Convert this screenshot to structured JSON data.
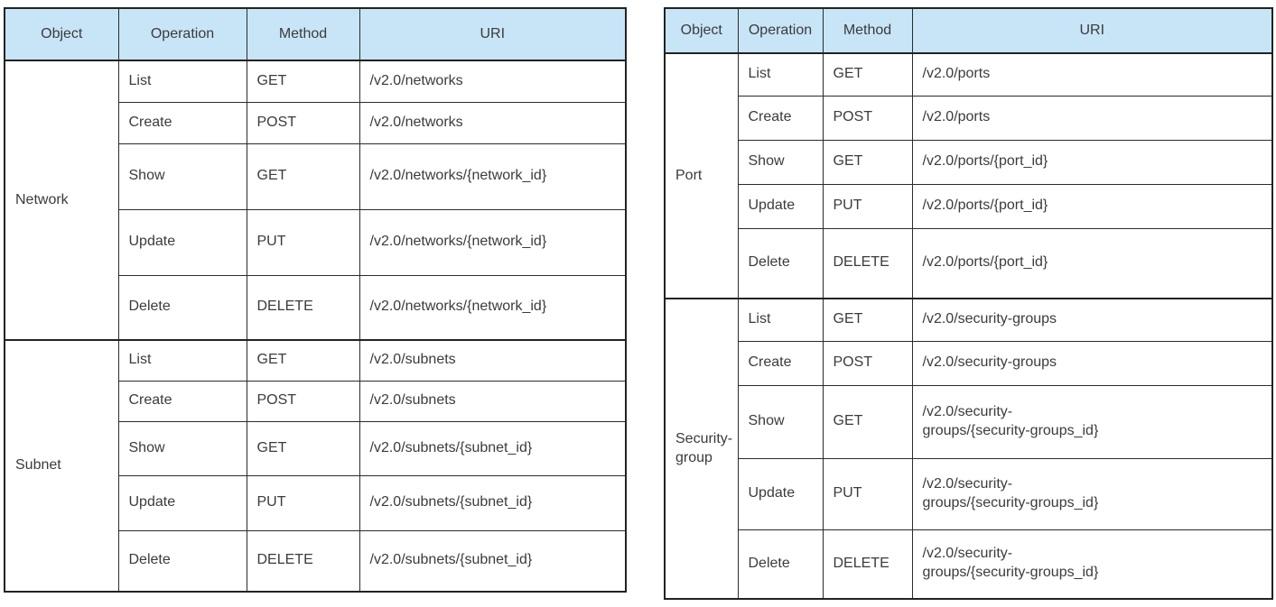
{
  "colors": {
    "header_fill": "#c8e5f8",
    "border": "#222222",
    "text": "#3b3b3b",
    "background": "#ffffff"
  },
  "tables": [
    {
      "id": "networks-subnets",
      "headers": [
        "Object",
        "Operation",
        "Method",
        "URI"
      ],
      "groups": [
        {
          "object": "Network",
          "rows": [
            {
              "operation": "List",
              "method": "GET",
              "uri": "/v2.0/networks"
            },
            {
              "operation": "Create",
              "method": "POST",
              "uri": "/v2.0/networks"
            },
            {
              "operation": "Show",
              "method": "GET",
              "uri": "/v2.0/networks/{network_id}"
            },
            {
              "operation": "Update",
              "method": "PUT",
              "uri": "/v2.0/networks/{network_id}"
            },
            {
              "operation": "Delete",
              "method": "DELETE",
              "uri": "/v2.0/networks/{network_id}"
            }
          ]
        },
        {
          "object": "Subnet",
          "rows": [
            {
              "operation": "List",
              "method": "GET",
              "uri": "/v2.0/subnets"
            },
            {
              "operation": "Create",
              "method": "POST",
              "uri": "/v2.0/subnets"
            },
            {
              "operation": "Show",
              "method": "GET",
              "uri": "/v2.0/subnets/{subnet_id}"
            },
            {
              "operation": "Update",
              "method": "PUT",
              "uri": "/v2.0/subnets/{subnet_id}"
            },
            {
              "operation": "Delete",
              "method": "DELETE",
              "uri": "/v2.0/subnets/{subnet_id}"
            }
          ]
        }
      ]
    },
    {
      "id": "ports-security-groups",
      "headers": [
        "Object",
        "Operation",
        "Method",
        "URI"
      ],
      "groups": [
        {
          "object": "Port",
          "rows": [
            {
              "operation": "List",
              "method": "GET",
              "uri": "/v2.0/ports"
            },
            {
              "operation": "Create",
              "method": "POST",
              "uri": "/v2.0/ports"
            },
            {
              "operation": "Show",
              "method": "GET",
              "uri": "/v2.0/ports/{port_id}"
            },
            {
              "operation": "Update",
              "method": "PUT",
              "uri": "/v2.0/ports/{port_id}"
            },
            {
              "operation": "Delete",
              "method": "DELETE",
              "uri": "/v2.0/ports/{port_id}"
            }
          ]
        },
        {
          "object": "Security-group",
          "rows": [
            {
              "operation": "List",
              "method": "GET",
              "uri": "/v2.0/security-groups"
            },
            {
              "operation": "Create",
              "method": "POST",
              "uri": "/v2.0/security-groups"
            },
            {
              "operation": "Show",
              "method": "GET",
              "uri": "/v2.0/security-\ngroups/{security-groups_id}"
            },
            {
              "operation": "Update",
              "method": "PUT",
              "uri": "/v2.0/security-\ngroups/{security-groups_id}"
            },
            {
              "operation": "Delete",
              "method": "DELETE",
              "uri": "/v2.0/security-\ngroups/{security-groups_id}"
            }
          ]
        }
      ]
    }
  ]
}
